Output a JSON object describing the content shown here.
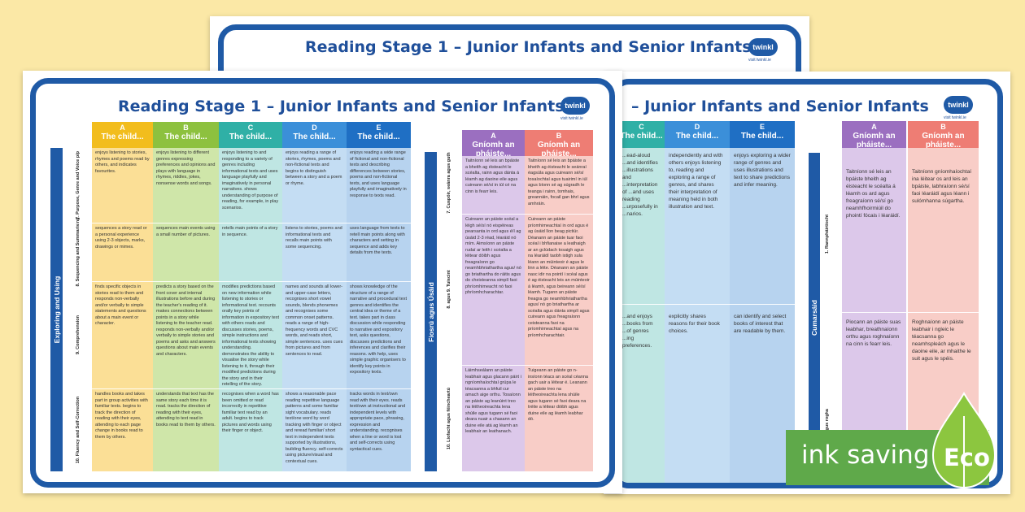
{
  "title": "Reading Stage 1 – Junior Infants and Senior Infants",
  "title_partial": "– Junior Infants and Senior Infants",
  "logo": {
    "name": "twinkl",
    "sub": "visit twinkl.ie"
  },
  "eco_badge": {
    "label": "ink saving",
    "tag": "Eco"
  },
  "english_sheet": {
    "section": "Exploring and Using",
    "columns": [
      {
        "letter": "A",
        "label": "The child..."
      },
      {
        "letter": "B",
        "label": "The child..."
      },
      {
        "letter": "C",
        "label": "The child..."
      },
      {
        "letter": "D",
        "label": "The child..."
      },
      {
        "letter": "E",
        "label": "The child..."
      }
    ],
    "rows": [
      {
        "label": "7. Purpose, Genre and Voice p/p",
        "cells": [
          "enjoys listening to stories, rhymes and poems read by others, and indicates favourites.",
          "enjoys listening to different genres expressing preferences and opinions and plays with language in rhymes, riddles, jokes, nonsense words and songs.",
          "enjoys listening to and responding to a variety of genres including informational texts and uses language playfully and imaginatively in personal narratives. shows understanding of purpose of reading, for example, in play scenarios.",
          "enjoys reading a range of stories, rhymes, poems and non-fictional texts and begins to distinguish between a story and a poem or rhyme.",
          "enjoys reading a wide range of fictional and non-fictional texts and describing differences between stories, poems and non-fictional texts, and uses language playfully and imaginatively in response to texts read."
        ]
      },
      {
        "label": "8. Sequencing and Summarising",
        "cells": [
          "sequences a story read or a personal experience using 2-3 objects, marks, drawings or mimes.",
          "sequences main events using a small number of pictures.",
          "retells main points of a story in sequence.",
          "listens to stories, poems and informational texts and recalls main points with some sequencing.",
          "uses language from texts to retell main points along with characters and setting in sequence and adds key details from the texts."
        ]
      },
      {
        "label": "9. Comprehension",
        "cells": [
          "finds specific objects in stories read to them and responds non-verbally and/or verbally to simple statements and questions about a main event or character.",
          "predicts a story based on the front cover and internal illustrations before and during the teacher's reading of it. makes connections between points in a story while listening to the teacher read. responds non-verbally and/or verbally to simple stories and poems and asks and answers questions about main events and characters.",
          "modifies predictions based on new information while listening to stories or informational text. recounts orally key points of information in expository text with others reads and discusses stories, poems, simple instructions and informational texts showing understanding. demonstrates the ability to visualise the story while listening to it, through their modified predictions during the story and in their retelling of the story.",
          "names and sounds all lower- and upper-case letters, recognises short vowel sounds, blends phonemes and recognises some common onset patterns. reads a range of high-frequency words and CVC words, and reads short, simple sentences. uses cues from pictures and from sentences to read.",
          "shows knowledge of the structure of a range of narrative and procedural text genres and identifies the central idea or theme of a text. takes part in class discussion while responding to narrative and expository text, asks questions, discusses predictions and inferences and clarifies their reasons. with help, uses simple graphic organisers to identify key points in expository texts."
        ]
      },
      {
        "label": "10. Fluency and Self-Correction",
        "cells": [
          "handles books and takes part in group activities with familiar texts. begins to track the direction of reading with their eyes, attending to each page change in books read to them by others.",
          "understands that text has the same story each time it is read. tracks the direction of reading with their eyes, attending to text read in books read to them by others.",
          "recognises when a word has been omitted or read incorrectly in repetitive familiar text read by an adult. begins to track pictures and words using their finger or object.",
          "shows a reasonable pace reading repetitive language patterns and some familiar sight vocabulary. reads text/one word by word tracking with finger or object and reread familiar/ short text in independent texts supported by illustrations, building fluency. self-corrects using picture/visual and contextual cues.",
          "tracks words in text/own read with their eyes. reads text/own at instructional and independent levels with appropriate pace, phrasing, expression and understanding. recognises when a line or word is lost and self-corrects using syntactical cues."
        ]
      }
    ]
  },
  "irish_sheet": {
    "section": "Fiosrú agus Úsáid",
    "columns": [
      {
        "letter": "A",
        "label": "Gníomh an pháiste..."
      },
      {
        "letter": "B",
        "label": "Gníomh an pháiste..."
      }
    ],
    "rows": [
      {
        "label": "7. Cuspóir, seánra agus guth",
        "cells": [
          "Taitníonn sé leis an bpáiste a bheith ag éisteacht le scéalta, rainn agus dánta á léamh ag daoine eile agus cuireann sé/sí in iúl cé na cinn is fearr leis.",
          "Taitníonn sé leis an bpáiste a bheith ag éisteacht le seánraí éagsúla agus cuireann sé/sí tosaíochtaí agus tuairimí in iúl agus bíonn sé ag súgradh le teanga i rainn, tomhais, greannáin, focail gan bhrí agus amhráin."
        ]
      },
      {
        "label": "8. agus 9. Tuiscint",
        "cells": [
          "Cuireann an páiste scéal a léigh sé/sí nó eispéireas pearsanta in ord agus é/í ag úsáid 2-3 réad, léaráid nó mím. Aimsíonn an páiste rudaí ar leith i scéalta a léitear dóibh agus freagraíonn go neamhbhriathartha agus/ nó go briathartha do ráitis agus do cheisteanna simplí faoi phríomhimeacht nó faoi phríomhcharachtar.",
          "Cuireann an páiste príomhimeachtaí in ord agus é ag úsáid líon beag pictiúr. Déanann an páiste tuar faoi scéal i bhfianaise a leathaigh ar an gclúdach tosaigh agus na léaráidí taobh istigh sula léann an múinteoir é agus le linn a léite. Déanann an páiste nasc idir na pointí i scéal agus é ag éisteacht leis an múinteoir á léamh, agus beireann sé/sí léamh. Tugann an páiste freagra go neamhbhriathartha agus/ nó go briathartha ar scéalta agus dánta simplí agus cuireann agus freagraíonn ceisteanna faoi na príomhimeachtaí agus na príomhcharachtair."
        ]
      },
      {
        "label": "10. Líofacht agus féincheartú",
        "cells": [
          "Láimhseálann an páiste leabhair agus glacann páirt i ngníomhaíochtaí grúpa le téacsanna a bhfuil cur amach aige orthu. Tosaíonn an páiste ag leanúint treo na léitheoireachta lena shúile agus tugann sé faoi deara nuair a chasann an duine eile atá ag léamh an leabhair an leathanach.",
          "Tuigeann an páiste go n-insíonn téacs an scéal céanna gach uair a léitear é. Leanann an páiste treo na léitheoireachta lena shúile agus tugann sé faoi deara na tréite a léitear dóibh agus duine eile ag léamh leabhar dó."
        ]
      }
    ]
  },
  "back_sheet": {
    "columns": [
      {
        "letter": "C",
        "label": "The child..."
      },
      {
        "letter": "D",
        "label": "The child..."
      },
      {
        "letter": "E",
        "label": "The child..."
      }
    ],
    "top_cells": [
      "...ead-aloud ...and identifies ...illustrations and ...interpretation of ...and uses reading ...urposefully in ...narios.",
      "independently and with others enjoys listening to, reading and exploring a range of genres, and shares their interpretation of meaning held in both illustration and text.",
      "enjoys exploring a wider range of genres and uses illustrations and text to share predictions and infer meaning."
    ],
    "mid_cells": [
      "...and enjoys ...books from ...of genres ...ing preferences.",
      "explicitly shares reasons for their book choices.",
      "can identify and select books of interest that are readable by them."
    ]
  },
  "right_sheet": {
    "section": "Cumarsáid",
    "row_labels": [
      "1. Rannpháirtíocht",
      "...agadh agus rogha"
    ],
    "columns": [
      {
        "letter": "A",
        "label": "Gníomh an pháiste..."
      },
      {
        "letter": "B",
        "label": "Gníomh an pháiste..."
      }
    ],
    "top_cells": [
      "Taitníonn sé leis an bpáiste bheith ag éisteacht le scéalta á léamh os ard agus freagraíonn sé/sí go neamhfhoirmiúil do phointí fócais i léaráidí.",
      "Taitníonn gníomhaíochtaí ina léitear os ard leis an bpáiste, labhraíonn sé/sí faoi léaráidí agus léann i sulómhanna súgartha."
    ],
    "mid_cells": [
      "Piocann an páiste suas leabhar, breathnaíonn orthu agus roghnaíonn na cinn is fearr leis.",
      "Roghnaíonn an páiste leabhair i ngleic le téacsanna go neamhspleách agus le daoine eile, ar mhaithe le suit agus le spéis."
    ]
  }
}
